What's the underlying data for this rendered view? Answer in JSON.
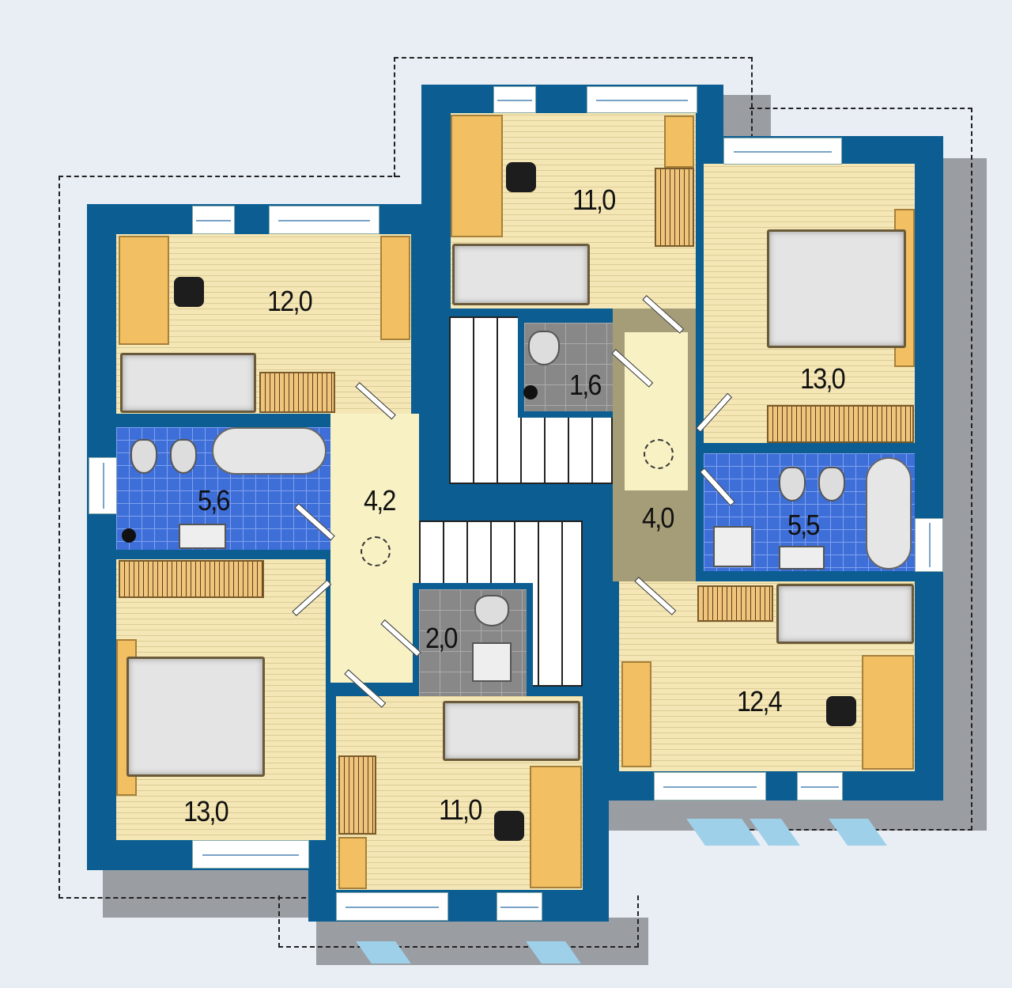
{
  "plan": {
    "rooms": {
      "bedroom_top_left": "12,0",
      "bathroom_left": "5,6",
      "hall_left": "4,2",
      "bedroom_bottom_left": "13,0",
      "bedroom_top_center": "11,0",
      "wc_top": "1,6",
      "hall_right": "4,0",
      "bedroom_top_right": "13,0",
      "bathroom_right": "5,5",
      "bedroom_bottom_right": "12,4",
      "wc_bottom": "2,0",
      "bedroom_bottom_center": "11,0"
    },
    "colors": {
      "wall": "#0b5d92",
      "background": "#e9eef5",
      "wood": "#f4e7b5",
      "tile": "#3e6fd8"
    }
  }
}
